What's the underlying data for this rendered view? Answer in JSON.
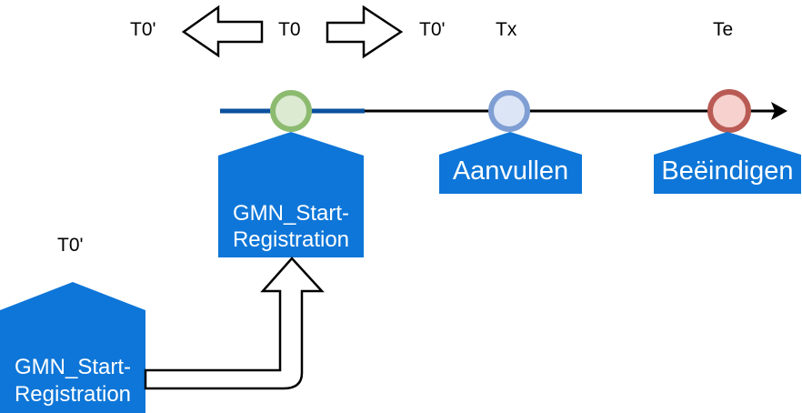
{
  "title": "timeline-registration-diagram",
  "labels": {
    "t0_prime_left": "T0'",
    "t0": "T0",
    "t0_prime_right": "T0'",
    "tx": "Tx",
    "te": "Te",
    "t0_prime_bottom": "T0'"
  },
  "houses": {
    "main": {
      "line1": "GMN_Start-",
      "line2": "Registration"
    },
    "aanvullen": {
      "label": "Aanvullen"
    },
    "beeindigen": {
      "label": "Beëindigen"
    },
    "origin": {
      "line1": "GMN_Start-",
      "line2": "Registration"
    }
  },
  "icons": {
    "left_block_arrow": "arrow-left-icon",
    "right_block_arrow": "arrow-right-icon",
    "elbow_up_arrow": "elbow-arrow-up-icon",
    "timeline_arrowhead": "arrowhead-right-icon"
  },
  "colors": {
    "house_blue": "#0e76d8",
    "timeline_blue_segment": "#0a509e",
    "timeline_black": "#000000",
    "green_circle_stroke": "#8cbb70",
    "green_circle_fill": "#dcead2",
    "blue_circle_stroke": "#7f9ed3",
    "blue_circle_fill": "#dbe5f6",
    "red_circle_stroke": "#b95b54",
    "red_circle_fill": "#f6d1cd",
    "label_text": "#000000",
    "house_text": "#ffffff"
  }
}
